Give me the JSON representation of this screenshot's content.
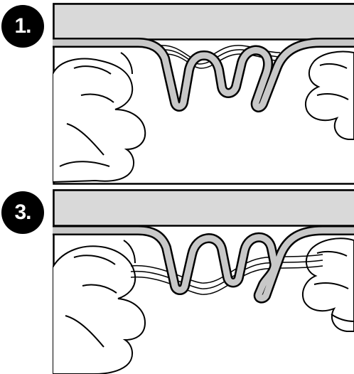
{
  "steps": [
    {
      "label": "1."
    },
    {
      "label": "3."
    }
  ],
  "colors": {
    "outline": "#000000",
    "bar_fill": "#d9d9d9",
    "gasket_fill": "#c8c8c8",
    "background": "#ffffff"
  },
  "icons": [
    "step-number-badge",
    "gasket-illustration",
    "hand-illustration"
  ]
}
